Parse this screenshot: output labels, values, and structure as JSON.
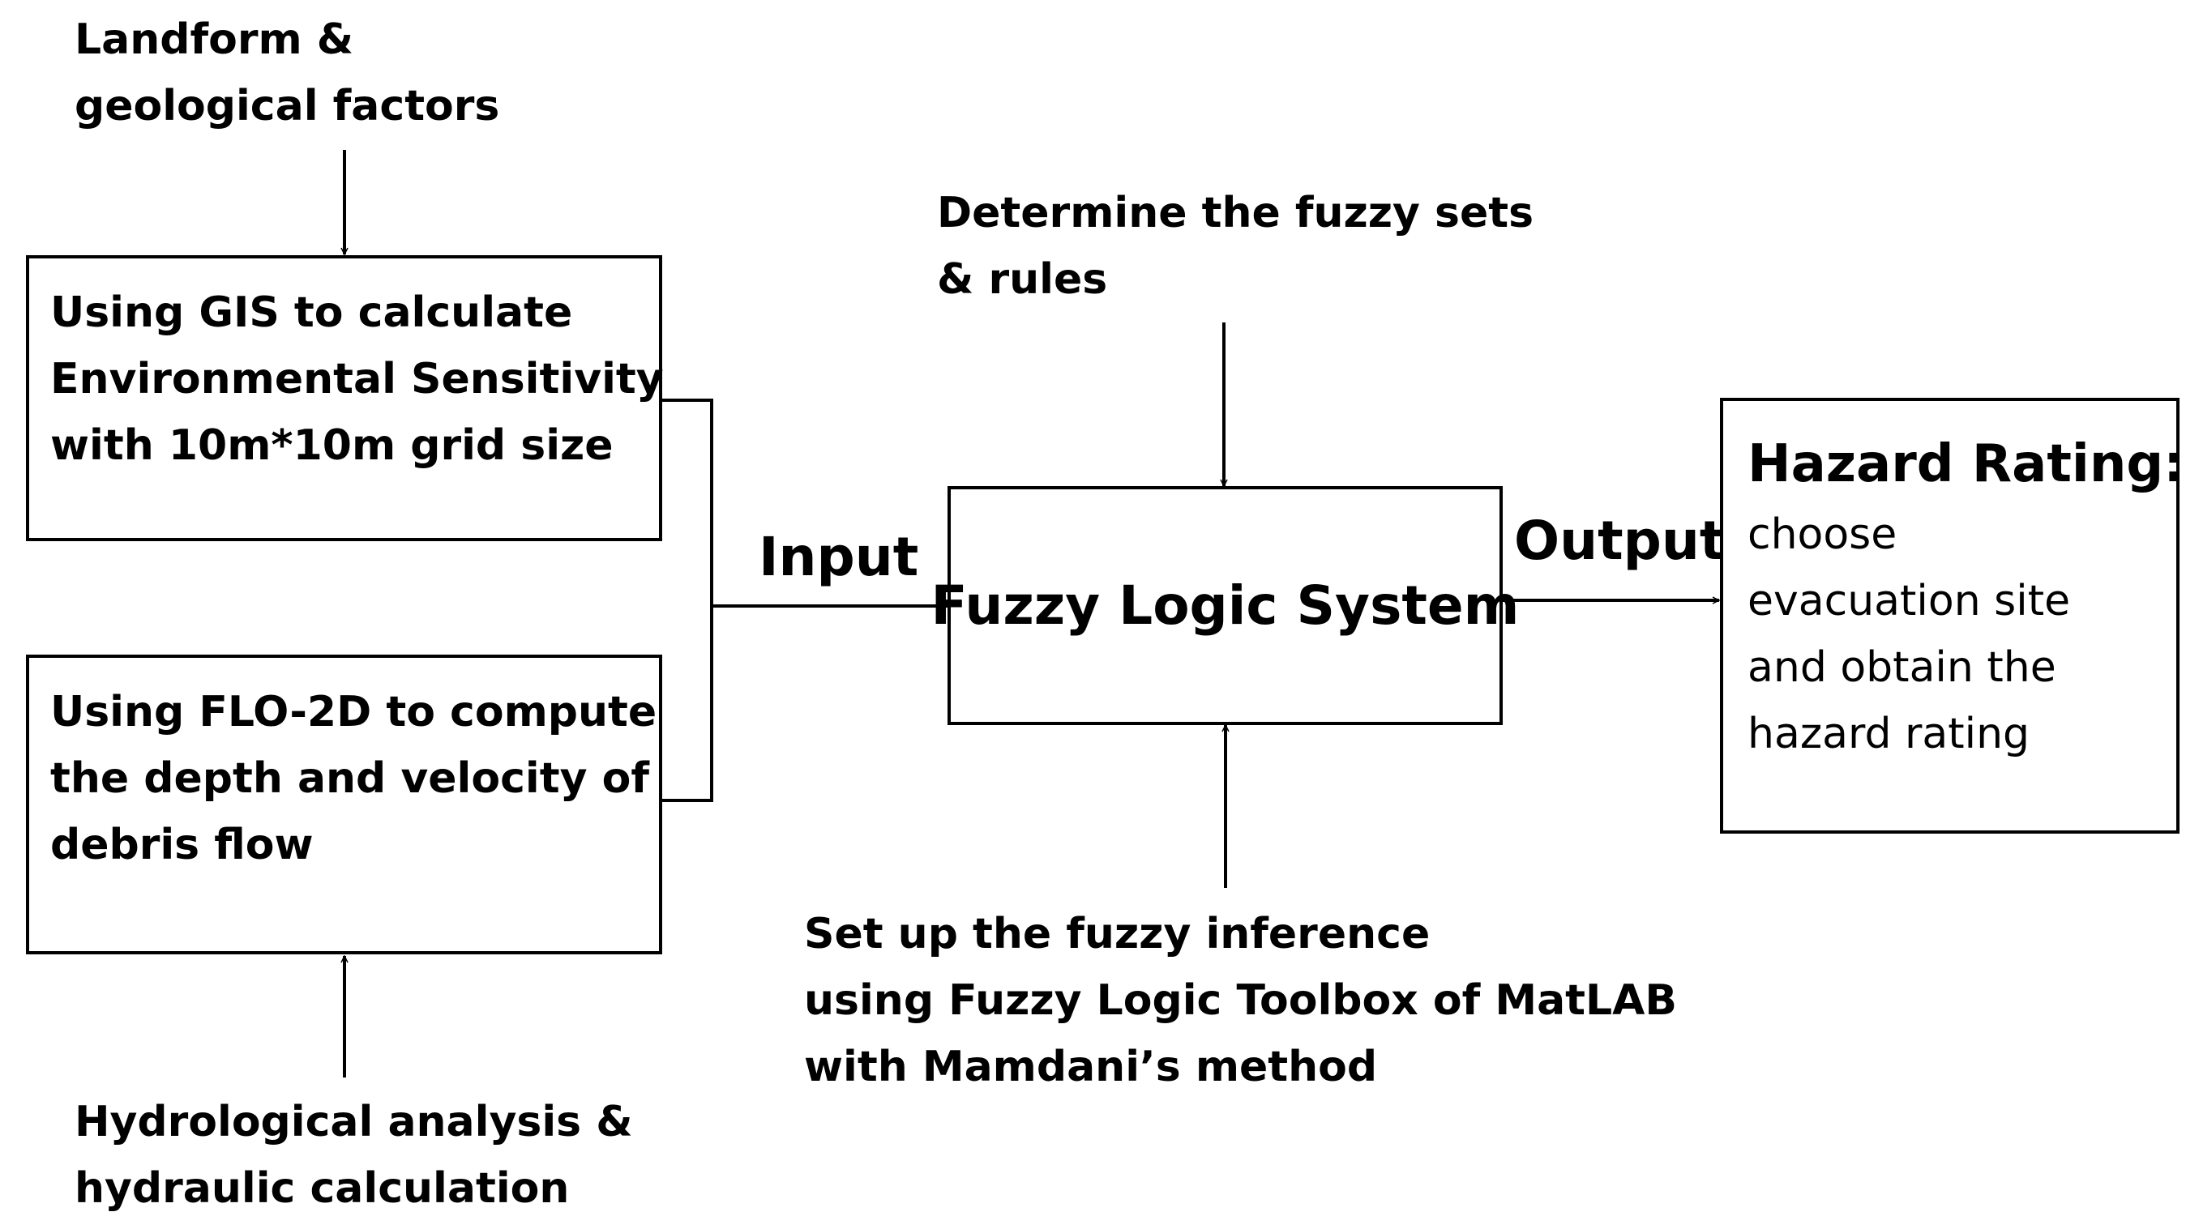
{
  "nodes": {
    "landform": {
      "lines": [
        "Landform &",
        "geological factors"
      ]
    },
    "gis": {
      "lines": [
        "Using GIS to calculate",
        "Environmental Sensitivity",
        "with 10m*10m grid size"
      ]
    },
    "flo2d": {
      "lines": [
        "Using FLO-2D to compute",
        "the depth and velocity of",
        "debris flow"
      ]
    },
    "hydro": {
      "lines": [
        "Hydrological analysis &",
        "hydraulic calculation"
      ]
    },
    "fuzzy_sets": {
      "lines": [
        "Determine the fuzzy sets",
        "& rules"
      ]
    },
    "fuzzy_system": {
      "label": "Fuzzy Logic System"
    },
    "inference": {
      "lines": [
        "Set up the fuzzy inference",
        "using Fuzzy Logic Toolbox of MatLAB",
        "with Mamdani’s method"
      ]
    },
    "hazard": {
      "title": "Hazard Rating:",
      "lines": [
        "choose",
        "evacuation site",
        "and obtain the",
        "hazard rating"
      ]
    }
  },
  "edges": {
    "input_label": "Input",
    "output_label": "Output"
  },
  "colors": {
    "stroke": "#000000",
    "background": "#ffffff"
  }
}
